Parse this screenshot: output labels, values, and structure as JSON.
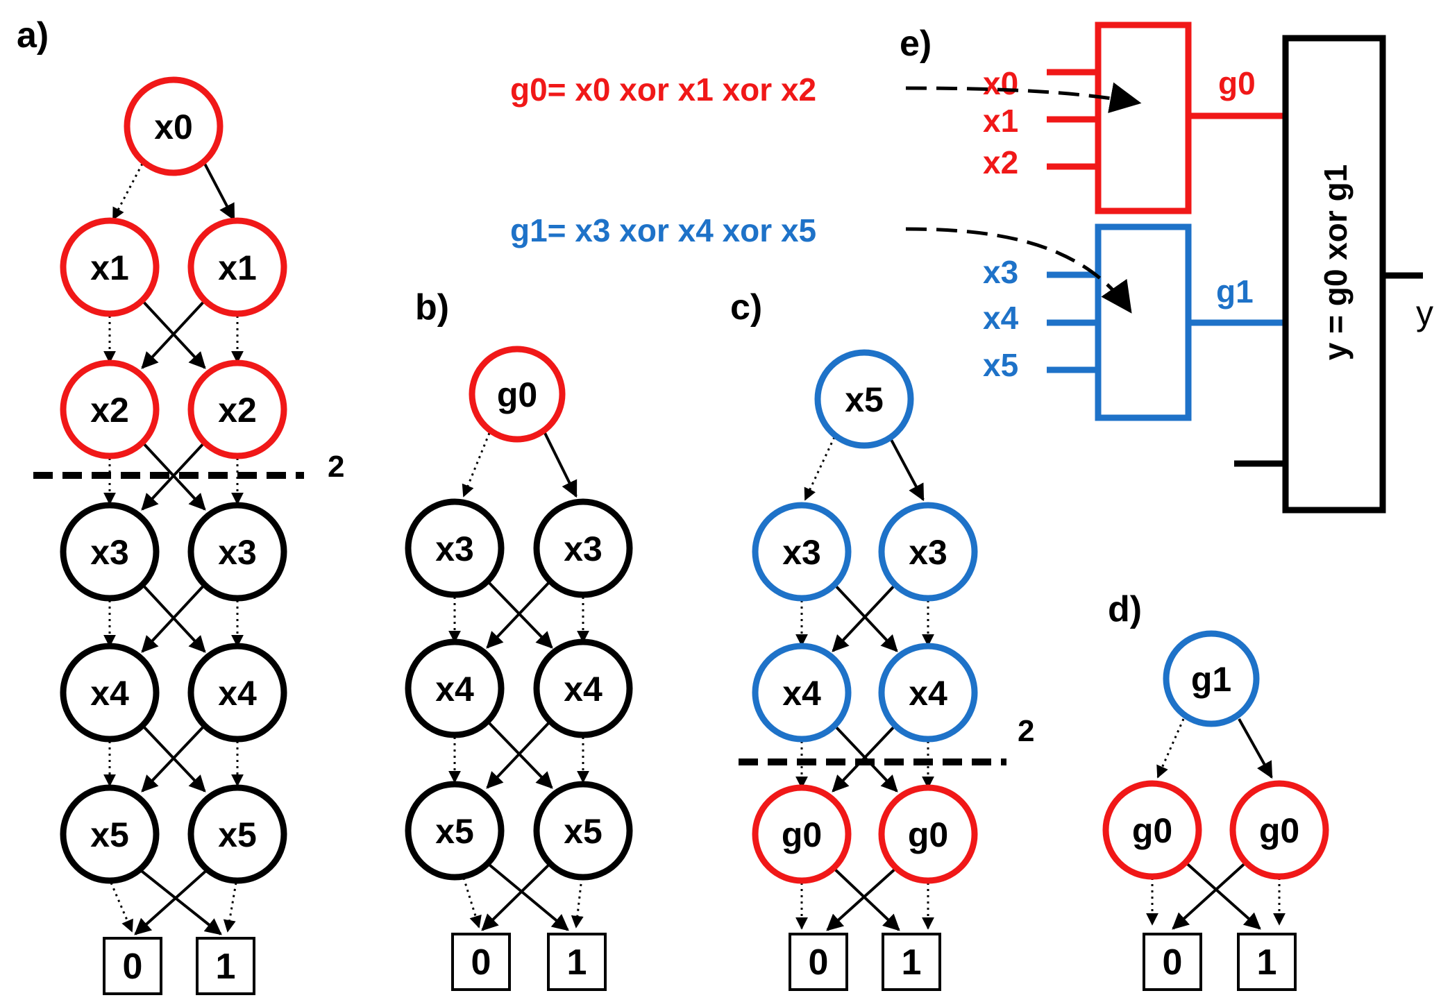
{
  "colors": {
    "red": "#f01818",
    "blue": "#1e72c8",
    "black": "#000000"
  },
  "panels": {
    "a": {
      "label": "a)",
      "cut_label": "2",
      "nodes": {
        "r0": "x0",
        "r1l": "x1",
        "r1r": "x1",
        "r2l": "x2",
        "r2r": "x2",
        "r3l": "x3",
        "r3r": "x3",
        "r4l": "x4",
        "r4r": "x4",
        "r5l": "x5",
        "r5r": "x5"
      },
      "terminals": [
        "0",
        "1"
      ]
    },
    "b": {
      "label": "b)",
      "nodes": {
        "r0": "g0",
        "r1l": "x3",
        "r1r": "x3",
        "r2l": "x4",
        "r2r": "x4",
        "r3l": "x5",
        "r3r": "x5"
      },
      "terminals": [
        "0",
        "1"
      ]
    },
    "c": {
      "label": "c)",
      "cut_label": "2",
      "nodes": {
        "r0": "x5",
        "r1l": "x3",
        "r1r": "x3",
        "r2l": "x4",
        "r2r": "x4",
        "r3l": "g0",
        "r3r": "g0"
      },
      "terminals": [
        "0",
        "1"
      ]
    },
    "d": {
      "label": "d)",
      "nodes": {
        "r0": "g1",
        "r1l": "g0",
        "r1r": "g0"
      },
      "terminals": [
        "0",
        "1"
      ]
    },
    "e": {
      "label": "e)",
      "eq_g0": "g0= x0 xor x1 xor x2",
      "eq_g1": "g1= x3 xor x4 xor x5",
      "inputs_top": [
        "x0",
        "x1",
        "x2"
      ],
      "inputs_bottom": [
        "x3",
        "x4",
        "x5"
      ],
      "out_top": "g0",
      "out_bottom": "g1",
      "big_box_text": "y = g0 xor g1",
      "output": "y"
    }
  }
}
